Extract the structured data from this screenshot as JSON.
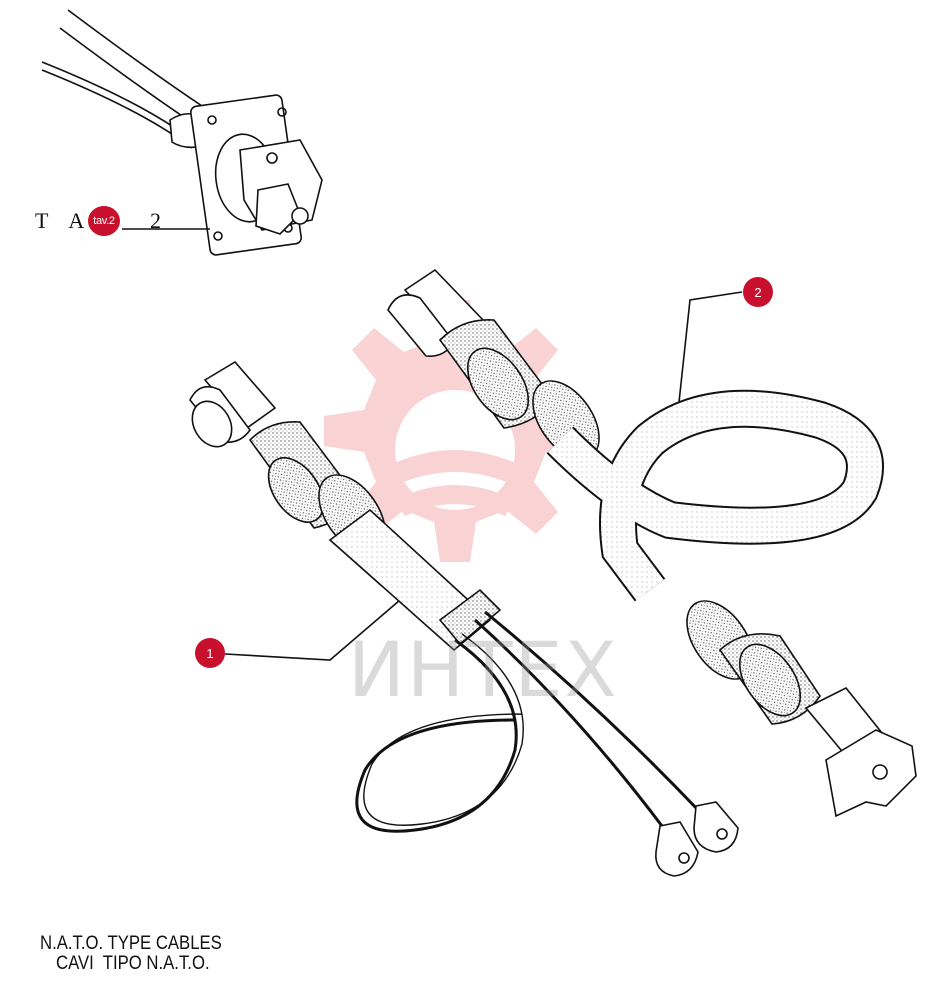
{
  "reference": {
    "prefix": "T A",
    "badge": "tav.2",
    "suffix": "2"
  },
  "callouts": [
    {
      "label": "1"
    },
    {
      "label": "2"
    }
  ],
  "captions": {
    "english": "N.A.T.O. TYPE CABLES",
    "italian": "CAVI  TIPO N.A.T.O."
  },
  "watermark": {
    "text": "ИНТЕХ",
    "color": "#e8383d"
  },
  "colors": {
    "accent": "#c8102e",
    "line": "#111111",
    "shade": "#888888"
  }
}
